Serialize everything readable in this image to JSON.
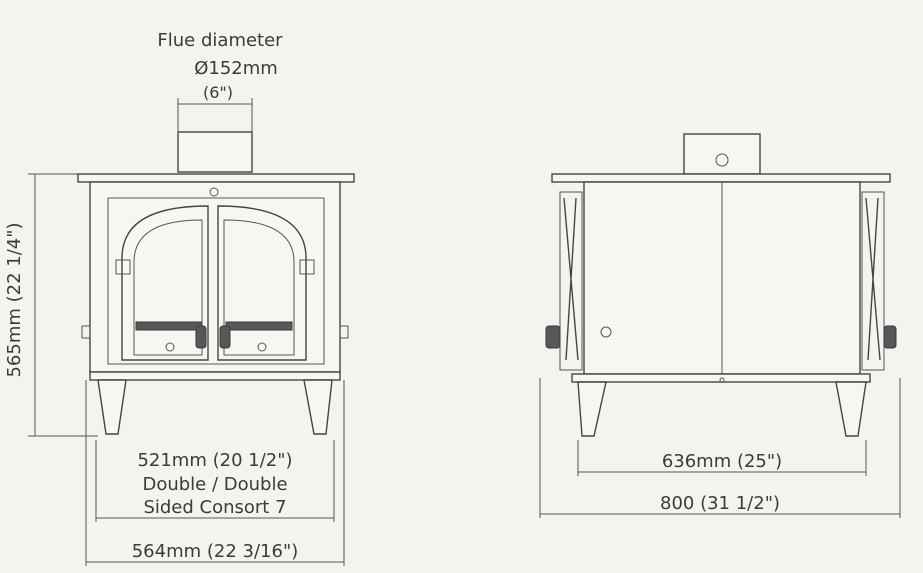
{
  "labels": {
    "flue_title": "Flue diameter",
    "flue_mm": "Ø152mm",
    "flue_in": "(6\")",
    "front_height": "565mm (22 1/4\")",
    "front_width_inner": "521mm (20 1/2\")",
    "model_line1": "Double / Double",
    "model_line2": "Sided Consort 7",
    "front_width_outer": "564mm (22 3/16\")",
    "side_width_inner": "636mm (25\")",
    "side_width_outer": "800 (31 1/2\")"
  },
  "colors": {
    "line": "#454545",
    "text": "#3b3b3b",
    "background": "#f4f3ef"
  }
}
